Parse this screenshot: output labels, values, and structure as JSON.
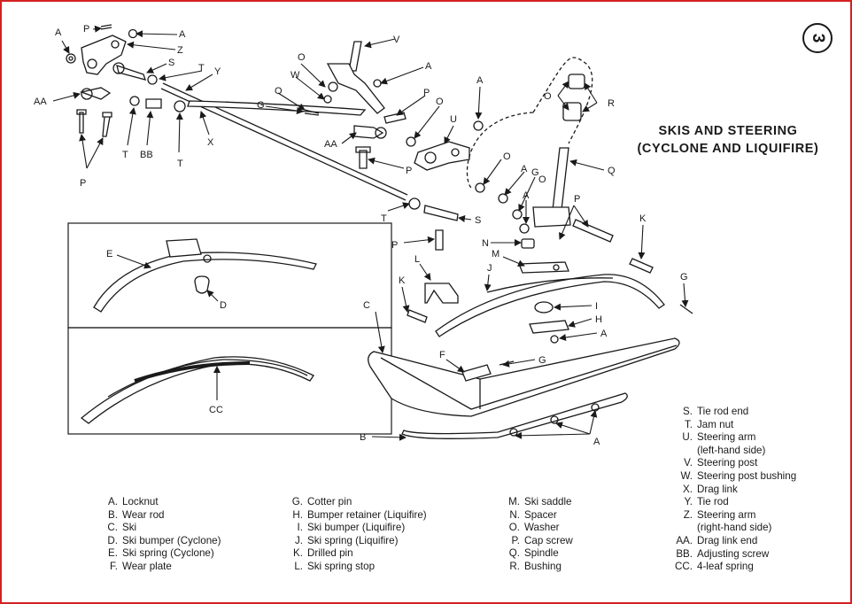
{
  "page_number": "3",
  "title_line1": "SKIS AND STEERING",
  "title_line2": "(CYCLONE AND LIQUIFIRE)",
  "callouts": {
    "A": "A",
    "B": "B",
    "C": "C",
    "D": "D",
    "E": "E",
    "F": "F",
    "G": "G",
    "H": "H",
    "I": "I",
    "J": "J",
    "K": "K",
    "L": "L",
    "M": "M",
    "N": "N",
    "O": "O",
    "P": "P",
    "Q": "Q",
    "R": "R",
    "S": "S",
    "T": "T",
    "U": "U",
    "V": "V",
    "W": "W",
    "X": "X",
    "Y": "Y",
    "Z": "Z",
    "AA": "AA",
    "BB": "BB",
    "CC": "CC"
  },
  "legend": {
    "col1": [
      {
        "key": "A.",
        "desc": "Locknut"
      },
      {
        "key": "B.",
        "desc": "Wear rod"
      },
      {
        "key": "C.",
        "desc": "Ski"
      },
      {
        "key": "D.",
        "desc": "Ski bumper (Cyclone)"
      },
      {
        "key": "E.",
        "desc": "Ski spring (Cyclone)"
      },
      {
        "key": "F.",
        "desc": "Wear plate"
      }
    ],
    "col2": [
      {
        "key": "G.",
        "desc": "Cotter pin"
      },
      {
        "key": "H.",
        "desc": "Bumper retainer (Liquifire)"
      },
      {
        "key": "I.",
        "desc": "Ski bumper (Liquifire)"
      },
      {
        "key": "J.",
        "desc": "Ski spring (Liquifire)"
      },
      {
        "key": "K.",
        "desc": "Drilled pin"
      },
      {
        "key": "L.",
        "desc": "Ski spring stop"
      }
    ],
    "col3": [
      {
        "key": "M.",
        "desc": "Ski saddle"
      },
      {
        "key": "N.",
        "desc": "Spacer"
      },
      {
        "key": "O.",
        "desc": "Washer"
      },
      {
        "key": "P.",
        "desc": "Cap screw"
      },
      {
        "key": "Q.",
        "desc": "Spindle"
      },
      {
        "key": "R.",
        "desc": "Bushing"
      }
    ],
    "col4": [
      {
        "key": "S.",
        "desc": "Tie rod end"
      },
      {
        "key": "T.",
        "desc": "Jam nut"
      },
      {
        "key": "U.",
        "desc": "Steering arm"
      },
      {
        "key": "",
        "desc": "(left-hand side)"
      },
      {
        "key": "V.",
        "desc": "Steering post"
      },
      {
        "key": "W.",
        "desc": "Steering post bushing"
      },
      {
        "key": "X.",
        "desc": "Drag link"
      },
      {
        "key": "Y.",
        "desc": "Tie rod"
      },
      {
        "key": "Z.",
        "desc": "Steering arm"
      },
      {
        "key": "",
        "desc": "(right-hand side)"
      },
      {
        "key": "AA.",
        "desc": "Drag link end"
      },
      {
        "key": "BB.",
        "desc": "Adjusting screw"
      },
      {
        "key": "CC.",
        "desc": "4-leaf spring"
      }
    ]
  },
  "colors": {
    "border": "#d32020",
    "ink": "#1a1a1a",
    "paper": "#ffffff"
  }
}
